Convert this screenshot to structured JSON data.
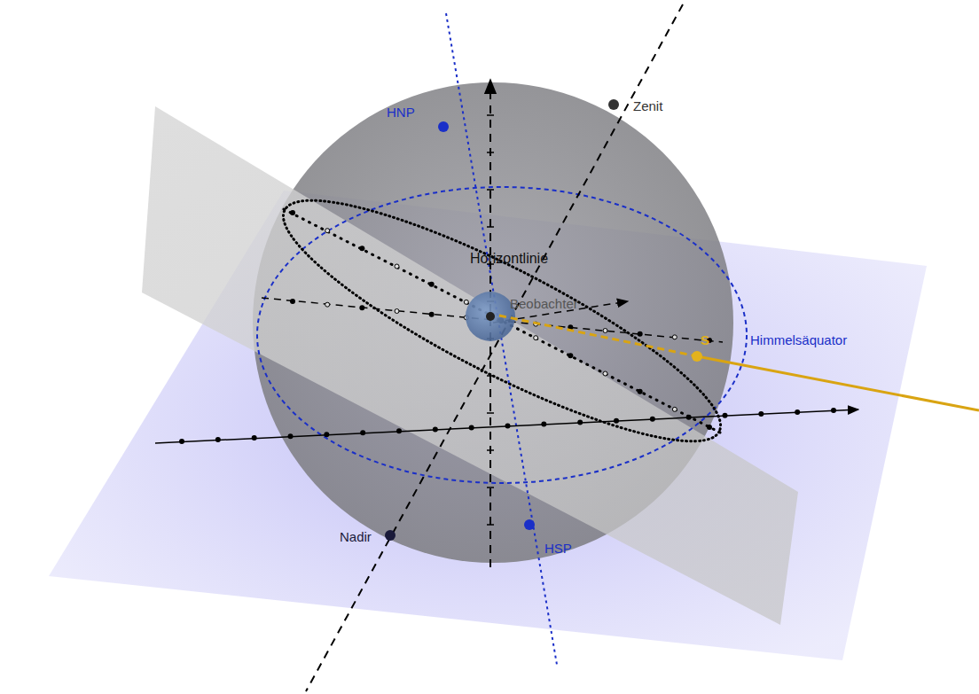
{
  "diagram": {
    "labels": [
      "HNP",
      "Zenit",
      "Horizontlinie",
      "Beobachter",
      "S",
      "Himmelsäquator",
      "Nadir",
      "HSP"
    ]
  }
}
